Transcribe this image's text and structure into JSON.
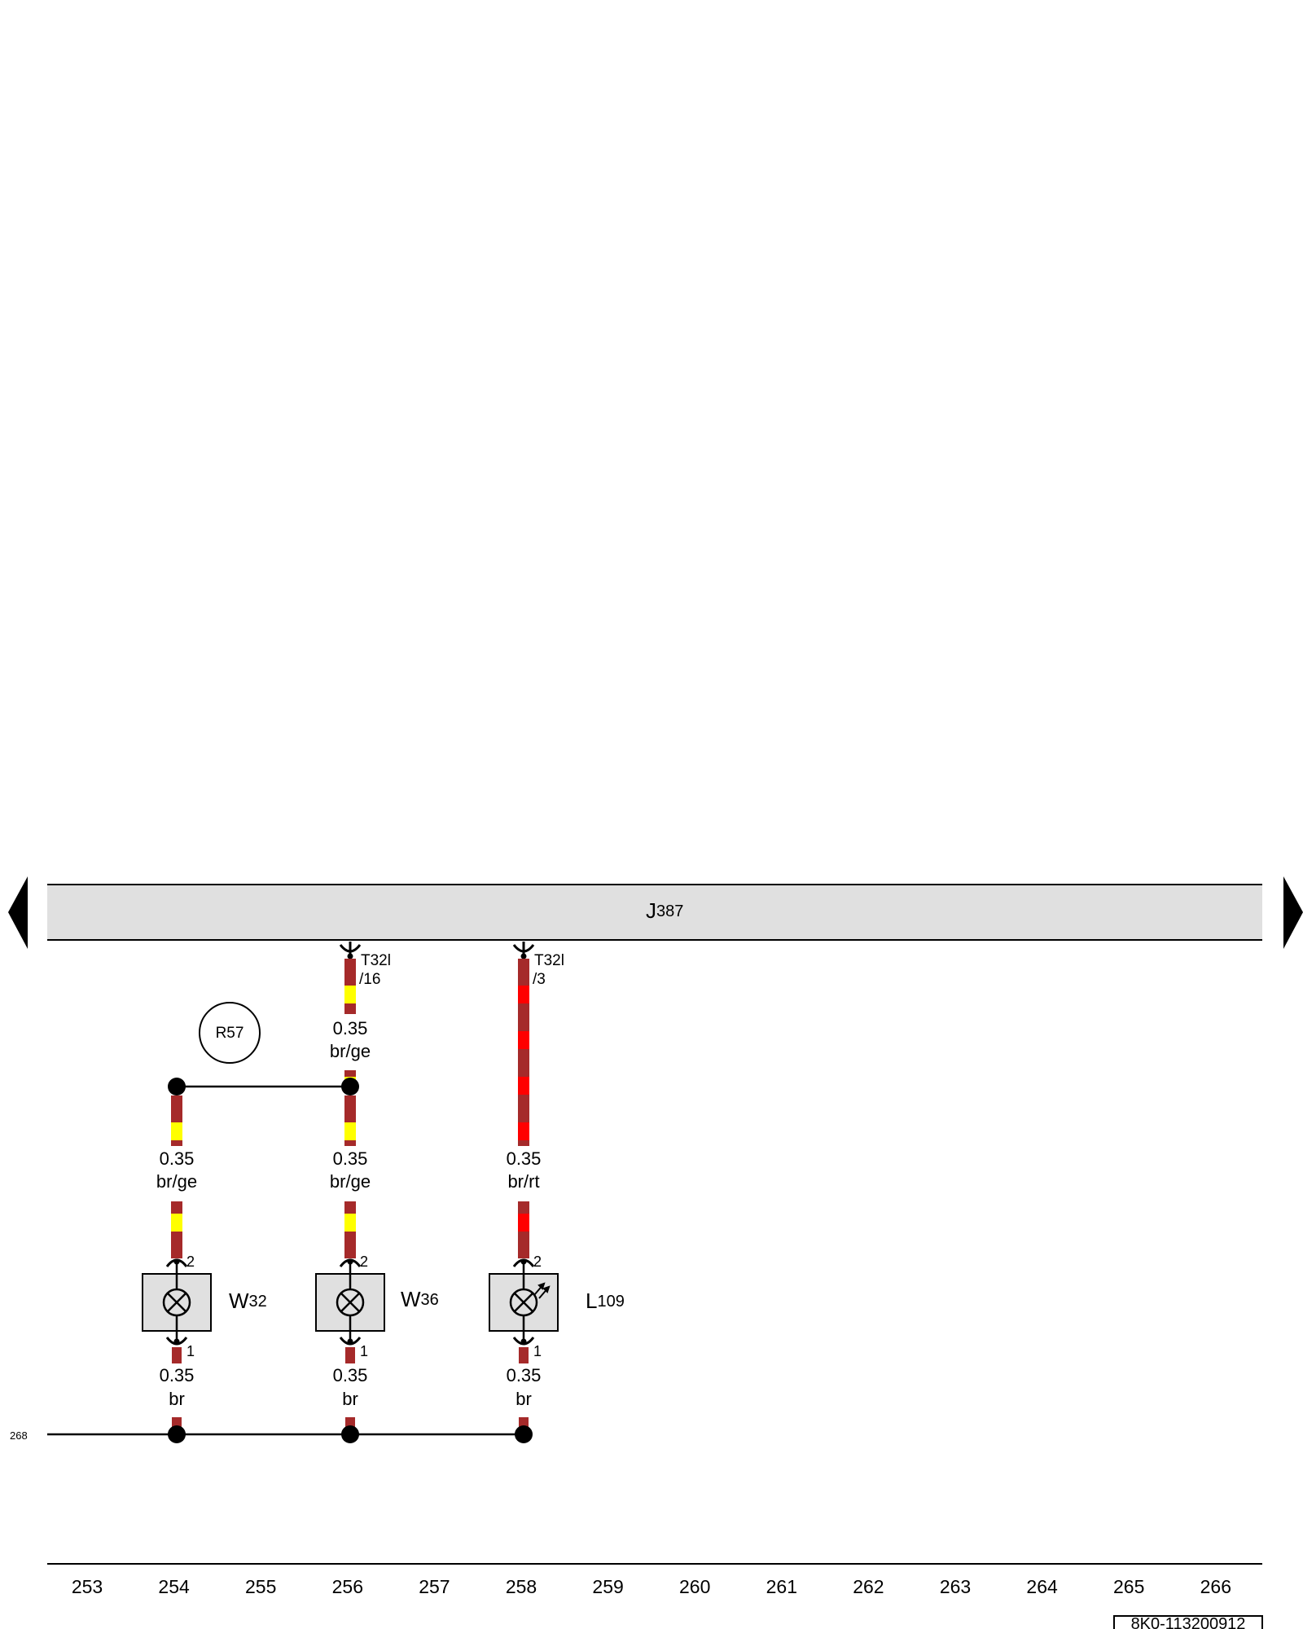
{
  "control_unit": {
    "label": "J",
    "sub": "387"
  },
  "connectors": {
    "t32l_16": {
      "name": "T32l",
      "pin": "/16"
    },
    "t32l_3": {
      "name": "T32l",
      "pin": "/3"
    }
  },
  "ground_ref": "R57",
  "ground_ref_left": "268",
  "wires": {
    "w256_top": {
      "size": "0.35",
      "color": "br/ge"
    },
    "w258_top": {
      "size": "0.35",
      "color": "br/rt"
    },
    "w254_mid": {
      "size": "0.35",
      "color": "br/ge"
    },
    "w256_mid": {
      "size": "0.35",
      "color": "br/ge"
    },
    "w254_bot": {
      "size": "0.35",
      "color": "br"
    },
    "w256_bot": {
      "size": "0.35",
      "color": "br"
    },
    "w258_bot": {
      "size": "0.35",
      "color": "br"
    }
  },
  "components": {
    "w32": {
      "letter": "W",
      "sub": "32",
      "pin_top": "2",
      "pin_bottom": "1"
    },
    "w36": {
      "letter": "W",
      "sub": "36",
      "pin_top": "2",
      "pin_bottom": "1"
    },
    "l109": {
      "letter": "L",
      "sub": "109",
      "pin_top": "2",
      "pin_bottom": "1"
    }
  },
  "grid": [
    "253",
    "254",
    "255",
    "256",
    "257",
    "258",
    "259",
    "260",
    "261",
    "262",
    "263",
    "264",
    "265",
    "266"
  ],
  "doc_id": "8K0-113200912",
  "colors": {
    "br": "#a52a2a",
    "ge": "#ffff00",
    "rt": "#ff0000",
    "module_fill": "#e0e0e0",
    "line": "#000000"
  },
  "icons": [
    "arrow-left-icon",
    "arrow-right-icon",
    "bulb-icon",
    "light-emitting-icon",
    "connector-icon",
    "junction-dot-icon"
  ]
}
